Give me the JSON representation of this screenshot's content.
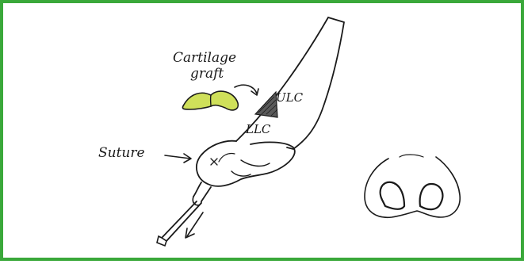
{
  "labels": {
    "cartilage_line1": "Cartilage",
    "cartilage_line2": "graft",
    "ulc": "ULC",
    "llc": "LLC",
    "suture": "Suture"
  },
  "colors": {
    "border": "#3aa83a",
    "graft_fill": "#cfe05a",
    "ink": "#1a1a1a",
    "background": "#ffffff"
  }
}
